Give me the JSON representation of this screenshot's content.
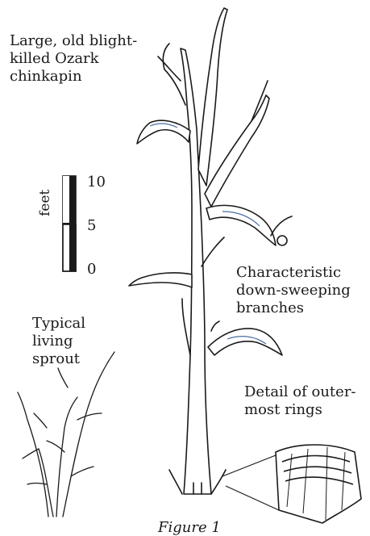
{
  "labels": {
    "tree": "Large, old blight-\nkilled Ozark\nchinkapin",
    "branches": "Characteristic\ndown-sweeping\nbranches",
    "sprout": "Typical\nliving\nsprout",
    "rings": "Detail of outer-\nmost rings"
  },
  "scale": {
    "unit": "feet",
    "ticks": [
      "10",
      "5",
      "0"
    ]
  },
  "caption": "Figure 1"
}
